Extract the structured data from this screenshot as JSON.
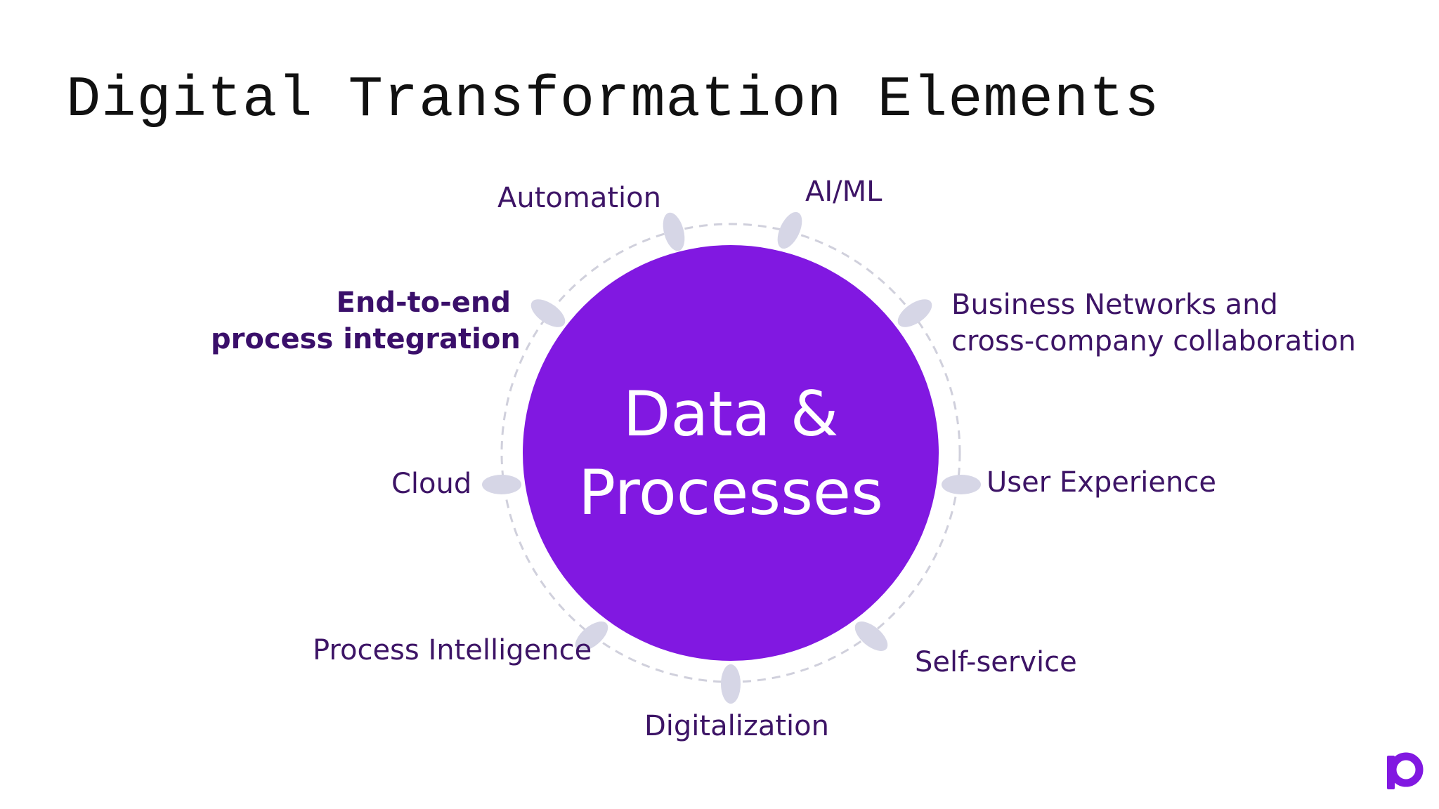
{
  "slide": {
    "title": "Digital Transformation Elements",
    "center": {
      "line1": "Data &",
      "line2": "Processes",
      "color": "#8118e1"
    },
    "elements": [
      {
        "id": "automation",
        "label": "Automation"
      },
      {
        "id": "ai-ml",
        "label": "AI/ML"
      },
      {
        "id": "business-networks",
        "line1": "Business Networks and",
        "line2": "cross-company collaboration"
      },
      {
        "id": "user-experience",
        "label": "User Experience"
      },
      {
        "id": "self-service",
        "label": "Self-service"
      },
      {
        "id": "digitalization",
        "label": "Digitalization"
      },
      {
        "id": "process-intelligence",
        "label": "Process Intelligence"
      },
      {
        "id": "cloud",
        "label": "Cloud"
      },
      {
        "id": "end-to-end",
        "line1": "End-to-end",
        "line2": "process integration",
        "emphasized": true
      }
    ],
    "colors": {
      "accent": "#8118e1",
      "label": "#3d1466",
      "node": "#d6d6e6",
      "ring": "#d0d0dc"
    },
    "logo_icon": "brand-p-logo-icon"
  }
}
